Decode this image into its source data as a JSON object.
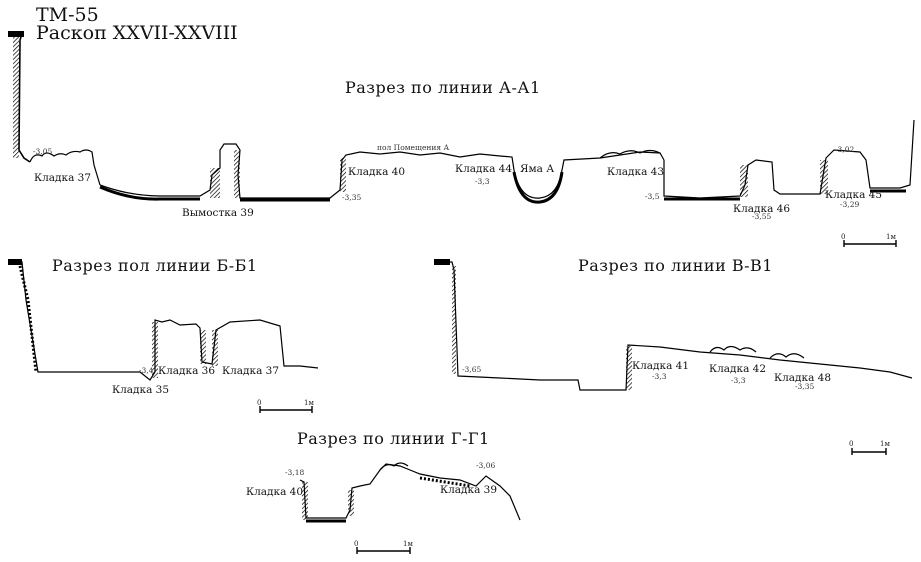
{
  "header": {
    "code": "ТМ-55",
    "subtitle": "Раскоп XXVII-XXVIII"
  },
  "sections": {
    "aa": {
      "title": "Разрез по линии А-А1",
      "labels": {
        "k37": "Кладка 37",
        "v39": "Вымостка 39",
        "k40": "Кладка 40",
        "floor": "пол Помещения А",
        "k44": "Кладка 44",
        "pit": "Яма А",
        "k43": "Кладка 43",
        "k46": "Кладка 46",
        "k45": "Кладка 45"
      },
      "elevations": {
        "e305": "-3,05",
        "e335": "-3,35",
        "e33": "-3,3",
        "e35": "-3,5",
        "e355": "-3,55",
        "e302": "-3,02",
        "e329": "-3,29"
      },
      "scale": {
        "zero": "0",
        "one": "1м"
      }
    },
    "bb": {
      "title": "Разрез пол линии Б-Б1",
      "labels": {
        "k35": "Кладка 35",
        "k36": "Кладка 36",
        "k37": "Кладка 37"
      },
      "elevations": {
        "e34": "-3,4"
      },
      "scale": {
        "zero": "0",
        "one": "1м"
      }
    },
    "vv": {
      "title": "Разрез по линии В-В1",
      "labels": {
        "k41": "Кладка 41",
        "k42": "Кладка 42",
        "k48": "Кладка 48"
      },
      "elevations": {
        "e365": "-3,65",
        "e33a": "-3,3",
        "e33b": "-3,3",
        "e335": "-3,35"
      },
      "scale": {
        "zero": "0",
        "one": "1м"
      }
    },
    "gg": {
      "title": "Разрез по линии Г-Г1",
      "labels": {
        "k40": "Кладка 40",
        "k39": "Кладка 39"
      },
      "elevations": {
        "e318": "-3,18",
        "e306": "-3,06"
      },
      "scale": {
        "zero": "0",
        "one": "1м"
      }
    }
  }
}
